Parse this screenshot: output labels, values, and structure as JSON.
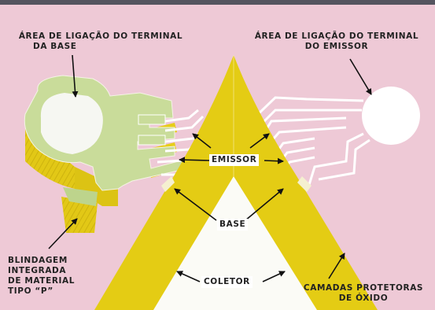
{
  "labels": {
    "base_terminal": [
      "ÁREA DE LIGAÇÃO DO TERMINAL",
      "DA BASE"
    ],
    "emitter_terminal": [
      "ÁREA DE LIGAÇÃO DO TERMINAL",
      "DO EMISSOR"
    ],
    "emitter": "EMISSOR",
    "base": "BASE",
    "collector": "COLETOR",
    "shield": [
      "BLINDAGEM",
      "INTEGRADA",
      "DE MATERIAL",
      "TIPO “P”"
    ],
    "oxide": [
      "CAMADAS PROTETORAS",
      "DE ÓXIDO"
    ]
  },
  "colors": {
    "background": "#eec9d6",
    "top_band": "#55545f",
    "yellow": "#e4cc14",
    "collector": "#fbfbf6",
    "green_pad": "#c9dc9a",
    "text": "#222222"
  }
}
